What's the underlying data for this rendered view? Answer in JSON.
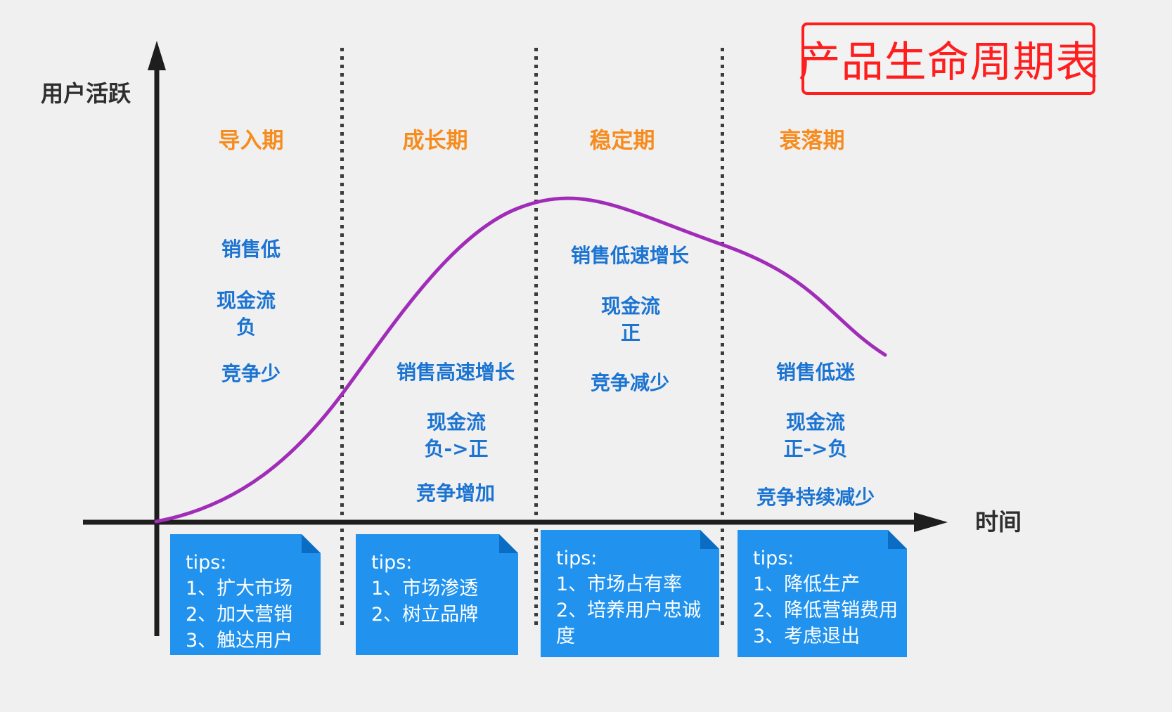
{
  "title": {
    "text": "产品生命周期表"
  },
  "axes": {
    "y_label": "用户活跃",
    "x_label": "时间"
  },
  "phases": [
    {
      "label": "导入期",
      "notes": [
        "销售低",
        "现金流\n负",
        "竞争少"
      ],
      "tips": {
        "header": "tips:",
        "items": [
          "1、扩大市场",
          "2、加大营销",
          "3、触达用户"
        ]
      }
    },
    {
      "label": "成长期",
      "notes": [
        "销售高速增长",
        "现金流\n负->正",
        "竞争增加"
      ],
      "tips": {
        "header": "tips:",
        "items": [
          "1、市场渗透",
          "2、树立品牌"
        ]
      }
    },
    {
      "label": "稳定期",
      "notes": [
        "销售低速增长",
        "现金流\n正",
        "竞争减少"
      ],
      "tips": {
        "header": "tips:",
        "items": [
          "1、市场占有率",
          "2、培养用户忠诚度"
        ]
      }
    },
    {
      "label": "衰落期",
      "notes": [
        "销售低迷",
        "现金流\n正->负",
        "竞争持续减少"
      ],
      "tips": {
        "header": "tips:",
        "items": [
          "1、降低生产",
          "2、降低营销费用",
          "3、考虑退出"
        ]
      }
    }
  ],
  "colors": {
    "background": "#f0f0f0",
    "title_red": "#ff1d1d",
    "phase_label_orange": "#f78c1e",
    "note_blue": "#1b74d2",
    "tip_box_blue": "#2192ee",
    "tip_fold_blue": "#0b6cc4",
    "curve_purple": "#a02cb8",
    "axis_black": "#1e1e1e"
  }
}
